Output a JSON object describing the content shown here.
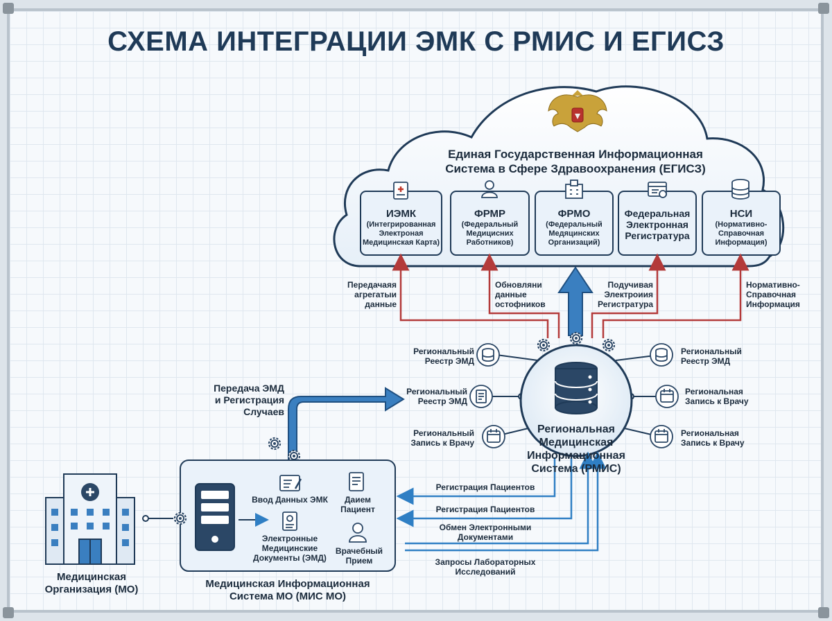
{
  "title": "СХЕМА ИНТЕГРАЦИИ ЭМК С РМИС И ЕГИСЗ",
  "egisz": {
    "title_line1": "Единая Государственная Информационная",
    "title_line2": "Система в Сфере Здравоохранения (ЕГИСЗ)",
    "modules": [
      {
        "name": "ИЭМК",
        "desc": [
          "(Интегрированная",
          "Электроная",
          "Медицинская Карта)"
        ],
        "icon": "medical-card-icon"
      },
      {
        "name": "ФРМР",
        "desc": [
          "(Федеральный",
          "Медицисних",
          "Работников)"
        ],
        "icon": "doctor-icon"
      },
      {
        "name": "ФРМО",
        "desc": [
          "(Федеральный",
          "Медяцинских",
          "Организаций)"
        ],
        "icon": "hospital-icon"
      },
      {
        "name": [
          "Федеральная",
          "Электронная",
          "Регистратура"
        ],
        "desc": [],
        "icon": "registry-icon"
      },
      {
        "name": "НСИ",
        "desc": [
          "(Нормативно-",
          "Справочная",
          "Информация)"
        ],
        "icon": "database-icon"
      }
    ]
  },
  "upward_labels": [
    [
      "Передачаяя",
      "агрегатыи",
      "данные"
    ],
    [
      "Обновляни",
      "данные",
      "остофников"
    ],
    [
      "Подучивая",
      "Электроиия",
      "Регистратура"
    ],
    [
      "Нормативно-",
      "Справочная",
      "Информация"
    ]
  ],
  "rmis": {
    "label": [
      "Региональная",
      "Медицинская",
      "Информационная",
      "Система (РМИС)"
    ],
    "left_services": [
      [
        "Региональный",
        "Реестр ЭМД"
      ],
      [
        "Региональный",
        "Реестр ЭМД"
      ],
      [
        "Региональный",
        "Запись к Врачу"
      ]
    ],
    "right_services": [
      [
        "Региональный",
        "Реестр ЭМД"
      ],
      [
        "Региональная",
        "Запись к Врачу"
      ],
      [
        "Региональная",
        "Запись к Врачу"
      ]
    ]
  },
  "mis_transfer_label": [
    "Передача ЭМД",
    "и Регистрация",
    "Случаев"
  ],
  "mis": {
    "label": [
      "Медицинская Информационная",
      "Система МО (МИС МО)"
    ],
    "items": [
      [
        "Ввод Данных ЭМК"
      ],
      [
        "Даием",
        "Пациент"
      ],
      [
        "Электронные",
        "Медицинские",
        "Документы (ЭМД)"
      ],
      [
        "Врачебный",
        "Прием"
      ]
    ]
  },
  "mo": {
    "label": [
      "Медицинская",
      "Организация (МО)"
    ]
  },
  "flows": [
    [
      "Регистрация Пациентов"
    ],
    [
      "Регистрация Пациентов"
    ],
    [
      "Обмен Электронными",
      "Документами"
    ],
    [
      "Запросы Лабораторных",
      "Исследований"
    ]
  ],
  "colors": {
    "navy": "#1f3a57",
    "red_arrow": "#b33a3a",
    "blue_arrow": "#2f7fc4",
    "box_fill": "#eaf2fa",
    "icon_stroke": "#2b4766"
  }
}
